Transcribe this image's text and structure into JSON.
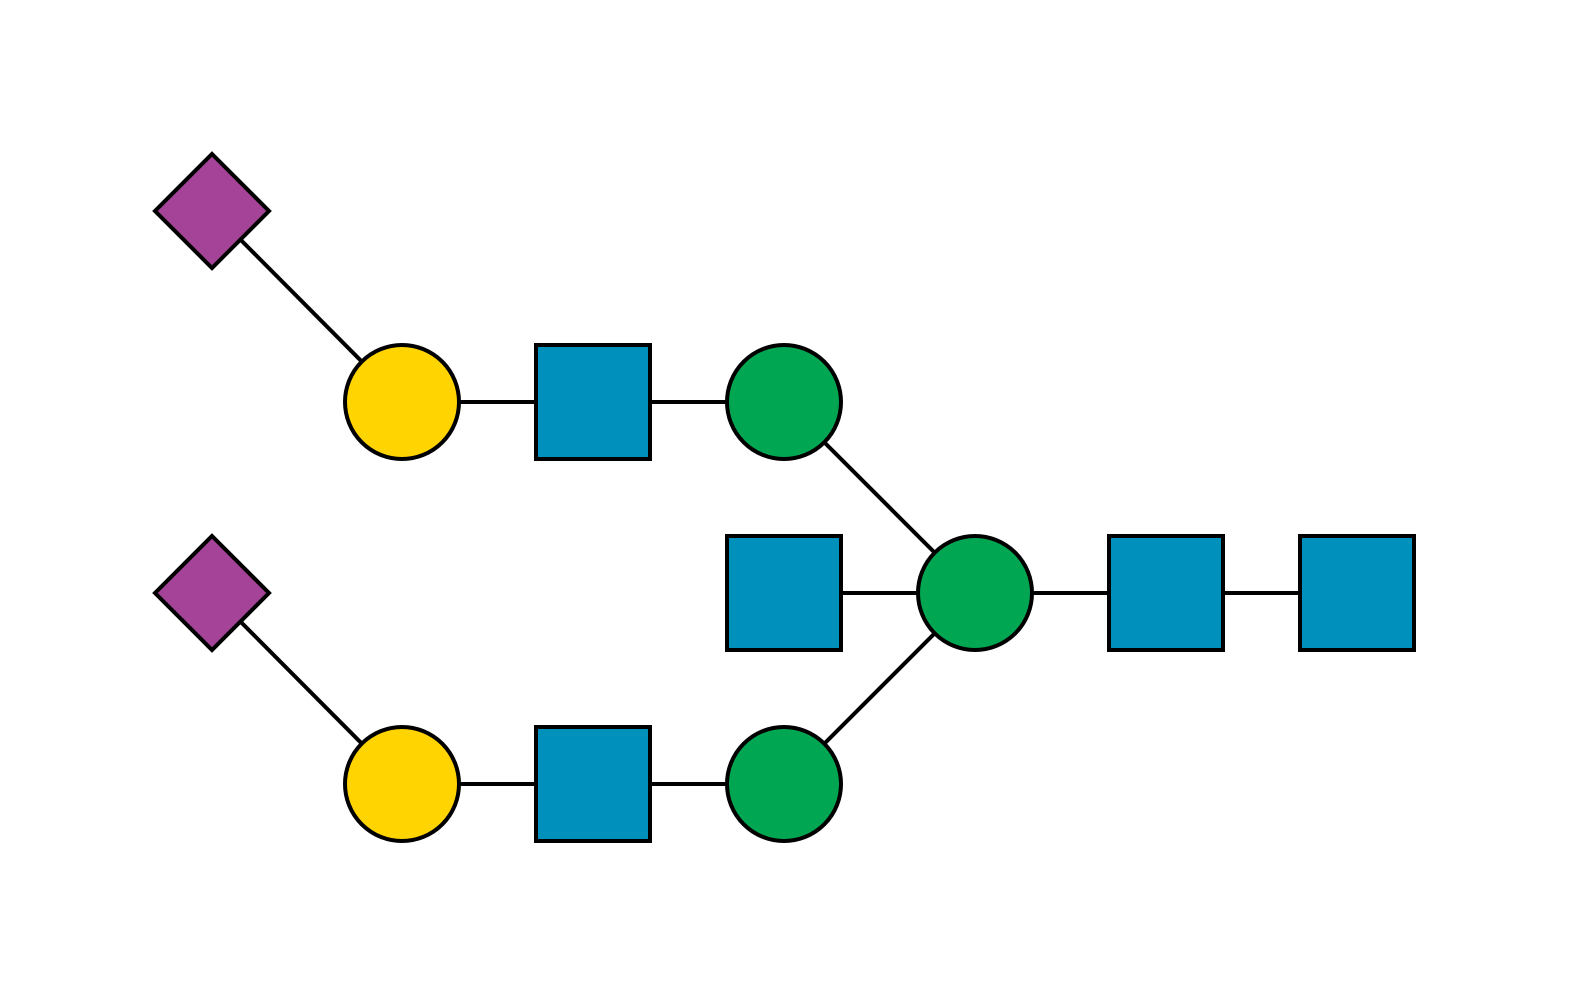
{
  "palette": {
    "galactose": "#FFD400",
    "mannose": "#00A651",
    "glcnac": "#0090BC",
    "sialic_acid": "#A54399",
    "stroke": "#000000",
    "background": "#FFFFFF"
  },
  "nodes": [
    {
      "id": "neu5ac-1",
      "shape": "diamond",
      "residue": "sialic_acid"
    },
    {
      "id": "gal-1",
      "shape": "circle",
      "residue": "galactose"
    },
    {
      "id": "glcnac-1",
      "shape": "square",
      "residue": "glcnac"
    },
    {
      "id": "man-1",
      "shape": "circle",
      "residue": "mannose"
    },
    {
      "id": "neu5ac-2",
      "shape": "diamond",
      "residue": "sialic_acid"
    },
    {
      "id": "gal-2",
      "shape": "circle",
      "residue": "galactose"
    },
    {
      "id": "glcnac-2",
      "shape": "square",
      "residue": "glcnac"
    },
    {
      "id": "man-2",
      "shape": "circle",
      "residue": "mannose"
    },
    {
      "id": "glcnac-bisect",
      "shape": "square",
      "residue": "glcnac"
    },
    {
      "id": "man-core",
      "shape": "circle",
      "residue": "mannose"
    },
    {
      "id": "glcnac-core-1",
      "shape": "square",
      "residue": "glcnac"
    },
    {
      "id": "glcnac-core-2",
      "shape": "square",
      "residue": "glcnac"
    }
  ],
  "edges": [
    {
      "from": "neu5ac-1",
      "to": "gal-1"
    },
    {
      "from": "gal-1",
      "to": "glcnac-1"
    },
    {
      "from": "glcnac-1",
      "to": "man-1"
    },
    {
      "from": "man-1",
      "to": "man-core"
    },
    {
      "from": "neu5ac-2",
      "to": "gal-2"
    },
    {
      "from": "gal-2",
      "to": "glcnac-2"
    },
    {
      "from": "glcnac-2",
      "to": "man-2"
    },
    {
      "from": "man-2",
      "to": "man-core"
    },
    {
      "from": "glcnac-bisect",
      "to": "man-core"
    },
    {
      "from": "man-core",
      "to": "glcnac-core-1"
    },
    {
      "from": "glcnac-core-1",
      "to": "glcnac-core-2"
    }
  ]
}
